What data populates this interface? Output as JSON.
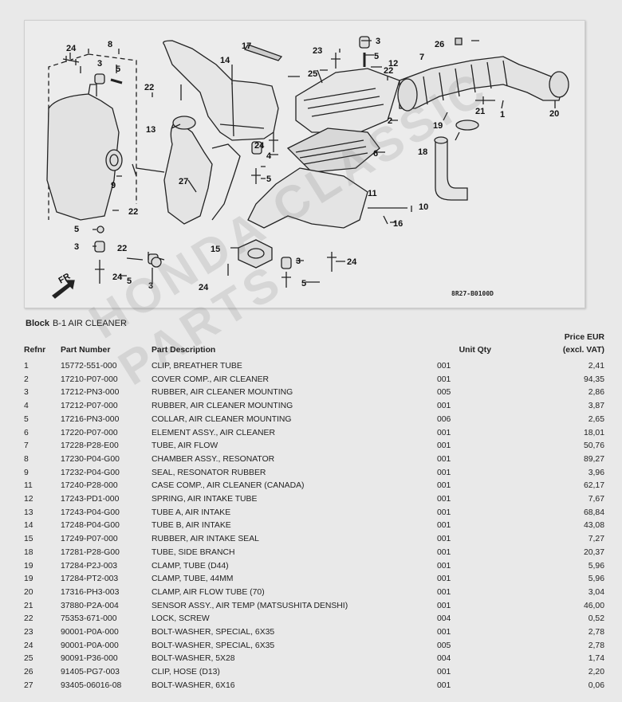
{
  "diagram": {
    "code": "8R27-B0100D",
    "direction_label": "FR",
    "callouts": [
      "1",
      "2",
      "3",
      "4",
      "5",
      "6",
      "7",
      "8",
      "9",
      "10",
      "11",
      "12",
      "13",
      "14",
      "15",
      "16",
      "17",
      "18",
      "19",
      "20",
      "21",
      "22",
      "23",
      "24",
      "25",
      "26",
      "27"
    ]
  },
  "block": {
    "label": "Block",
    "name": "B-1 AIR CLEANER"
  },
  "table": {
    "headers": {
      "refnr": "Refnr",
      "part_number": "Part Number",
      "description": "Part Description",
      "qty": "Unit Qty",
      "price_line1": "Price EUR",
      "price_line2": "(excl. VAT)"
    },
    "rows": [
      {
        "ref": "1",
        "pn": "15772-551-000",
        "desc": "CLIP, BREATHER TUBE",
        "qty": "001",
        "price": "2,41"
      },
      {
        "ref": "2",
        "pn": "17210-P07-000",
        "desc": "COVER COMP., AIR CLEANER",
        "qty": "001",
        "price": "94,35"
      },
      {
        "ref": "3",
        "pn": "17212-PN3-000",
        "desc": "RUBBER, AIR CLEANER MOUNTING",
        "qty": "005",
        "price": "2,86"
      },
      {
        "ref": "4",
        "pn": "17212-P07-000",
        "desc": "RUBBER, AIR CLEANER MOUNTING",
        "qty": "001",
        "price": "3,87"
      },
      {
        "ref": "5",
        "pn": "17216-PN3-000",
        "desc": "COLLAR, AIR CLEANER MOUNTING",
        "qty": "006",
        "price": "2,65"
      },
      {
        "ref": "6",
        "pn": "17220-P07-000",
        "desc": "ELEMENT ASSY., AIR CLEANER",
        "qty": "001",
        "price": "18,01"
      },
      {
        "ref": "7",
        "pn": "17228-P28-E00",
        "desc": "TUBE, AIR FLOW",
        "qty": "001",
        "price": "50,76"
      },
      {
        "ref": "8",
        "pn": "17230-P04-G00",
        "desc": "CHAMBER ASSY., RESONATOR",
        "qty": "001",
        "price": "89,27"
      },
      {
        "ref": "9",
        "pn": "17232-P04-G00",
        "desc": "SEAL, RESONATOR RUBBER",
        "qty": "001",
        "price": "3,96"
      },
      {
        "ref": "11",
        "pn": "17240-P28-000",
        "desc": "CASE COMP., AIR CLEANER (CANADA)",
        "qty": "001",
        "price": "62,17"
      },
      {
        "ref": "12",
        "pn": "17243-PD1-000",
        "desc": "SPRING, AIR INTAKE TUBE",
        "qty": "001",
        "price": "7,67"
      },
      {
        "ref": "13",
        "pn": "17243-P04-G00",
        "desc": "TUBE A, AIR INTAKE",
        "qty": "001",
        "price": "68,84"
      },
      {
        "ref": "14",
        "pn": "17248-P04-G00",
        "desc": "TUBE B, AIR INTAKE",
        "qty": "001",
        "price": "43,08"
      },
      {
        "ref": "15",
        "pn": "17249-P07-000",
        "desc": "RUBBER, AIR INTAKE SEAL",
        "qty": "001",
        "price": "7,27"
      },
      {
        "ref": "18",
        "pn": "17281-P28-G00",
        "desc": "TUBE, SIDE BRANCH",
        "qty": "001",
        "price": "20,37"
      },
      {
        "ref": "19",
        "pn": "17284-P2J-003",
        "desc": "CLAMP, TUBE (D44)",
        "qty": "001",
        "price": "5,96"
      },
      {
        "ref": "19",
        "pn": "17284-PT2-003",
        "desc": "CLAMP, TUBE, 44MM",
        "qty": "001",
        "price": "5,96"
      },
      {
        "ref": "20",
        "pn": "17316-PH3-003",
        "desc": "CLAMP, AIR FLOW TUBE (70)",
        "qty": "001",
        "price": "3,04"
      },
      {
        "ref": "21",
        "pn": "37880-P2A-004",
        "desc": "SENSOR ASSY., AIR TEMP (MATSUSHITA DENSHI)",
        "qty": "001",
        "price": "46,00"
      },
      {
        "ref": "22",
        "pn": "75353-671-000",
        "desc": "LOCK, SCREW",
        "qty": "004",
        "price": "0,52"
      },
      {
        "ref": "23",
        "pn": "90001-P0A-000",
        "desc": "BOLT-WASHER, SPECIAL, 6X35",
        "qty": "001",
        "price": "2,78"
      },
      {
        "ref": "24",
        "pn": "90001-P0A-000",
        "desc": "BOLT-WASHER, SPECIAL, 6X35",
        "qty": "005",
        "price": "2,78"
      },
      {
        "ref": "25",
        "pn": "90091-P36-000",
        "desc": "BOLT-WASHER, 5X28",
        "qty": "004",
        "price": "1,74"
      },
      {
        "ref": "26",
        "pn": "91405-PG7-003",
        "desc": "CLIP, HOSE (D13)",
        "qty": "001",
        "price": "2,20"
      },
      {
        "ref": "27",
        "pn": "93405-06016-08",
        "desc": "BOLT-WASHER, 6X16",
        "qty": "001",
        "price": "0,06"
      }
    ]
  },
  "watermark": "HONDA CLASSIC PARTS"
}
